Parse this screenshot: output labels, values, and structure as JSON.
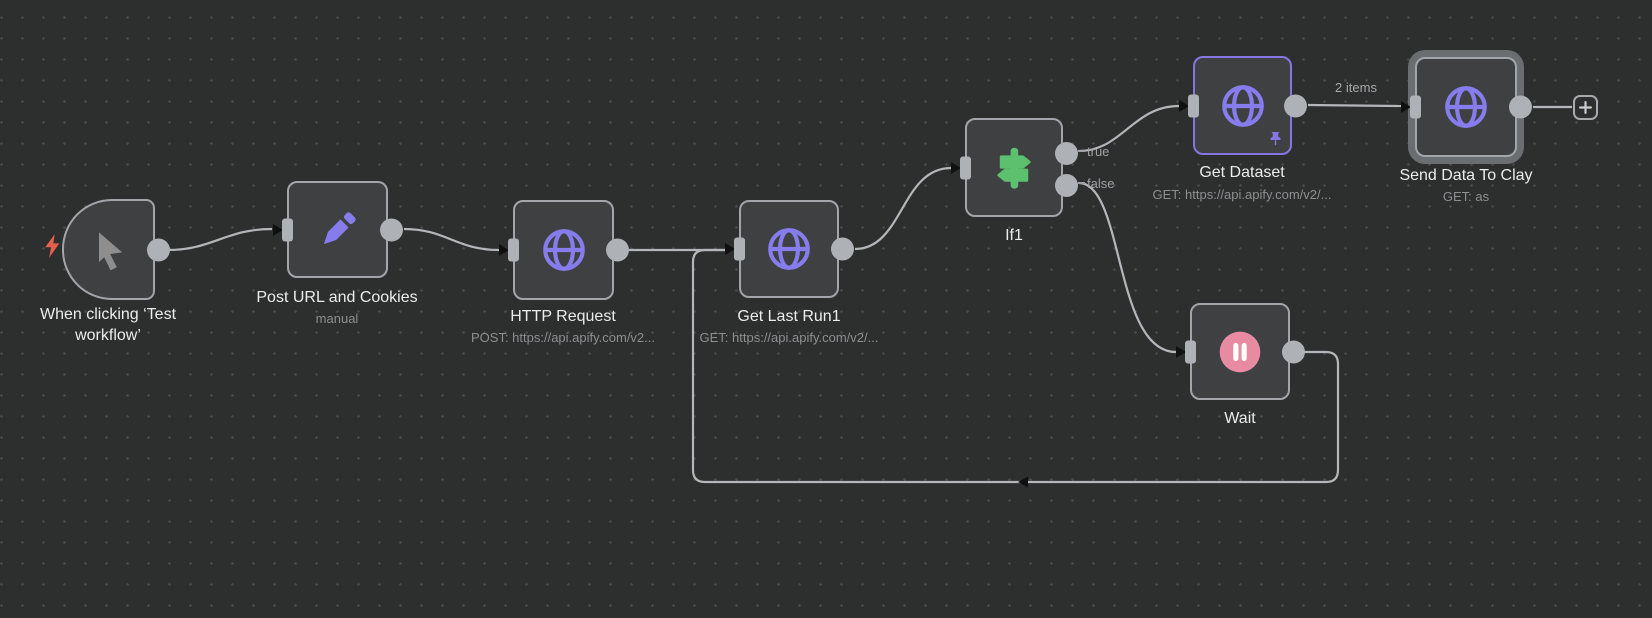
{
  "workflow": {
    "nodes": {
      "trigger": {
        "label": "When clicking ‘Test workflow’"
      },
      "post_url_and_cookies": {
        "label": "Post URL and Cookies",
        "subtitle": "manual"
      },
      "http_request": {
        "label": "HTTP Request",
        "subtitle": "POST: https://api.apify.com/v2..."
      },
      "get_last_run1": {
        "label": "Get Last Run1",
        "subtitle": "GET: https://api.apify.com/v2/..."
      },
      "if1": {
        "label": "If1",
        "outputs": {
          "true": "true",
          "false": "false"
        }
      },
      "get_dataset": {
        "label": "Get Dataset",
        "subtitle": "GET: https://api.apify.com/v2/...",
        "pinned": true
      },
      "send_data_to_clay": {
        "label": "Send Data To Clay",
        "subtitle": "GET: as",
        "selected": true
      },
      "wait": {
        "label": "Wait"
      }
    },
    "connections": {
      "get_dataset_to_send_data_to_clay": {
        "label": "2 items"
      }
    },
    "icons": {
      "trigger": "mouse-pointer-icon",
      "trigger_badge": "lightning-bolt-icon",
      "post_url_and_cookies": "pencil-icon",
      "http_request": "globe-icon",
      "get_last_run1": "globe-icon",
      "if1": "signpost-icon",
      "get_dataset": "globe-icon",
      "get_dataset_badge": "pin-icon",
      "send_data_to_clay": "globe-icon",
      "wait": "pause-icon",
      "add_node": "plus-icon"
    },
    "colors": {
      "canvas_bg": "#2d2e2e",
      "node_fill": "#3f4042",
      "node_border": "#a2a5a9",
      "pinned_border": "#8577e3",
      "selection_halo": "#6b6e70",
      "edge": "#b4b7ba",
      "accent_purple": "#867ceb",
      "branch_green": "#5cc06f",
      "wait_pink": "#e78aa2",
      "bolt_orange": "#e5604b",
      "label_text": "#ececec",
      "subtitle_text": "#8d8f90"
    }
  }
}
